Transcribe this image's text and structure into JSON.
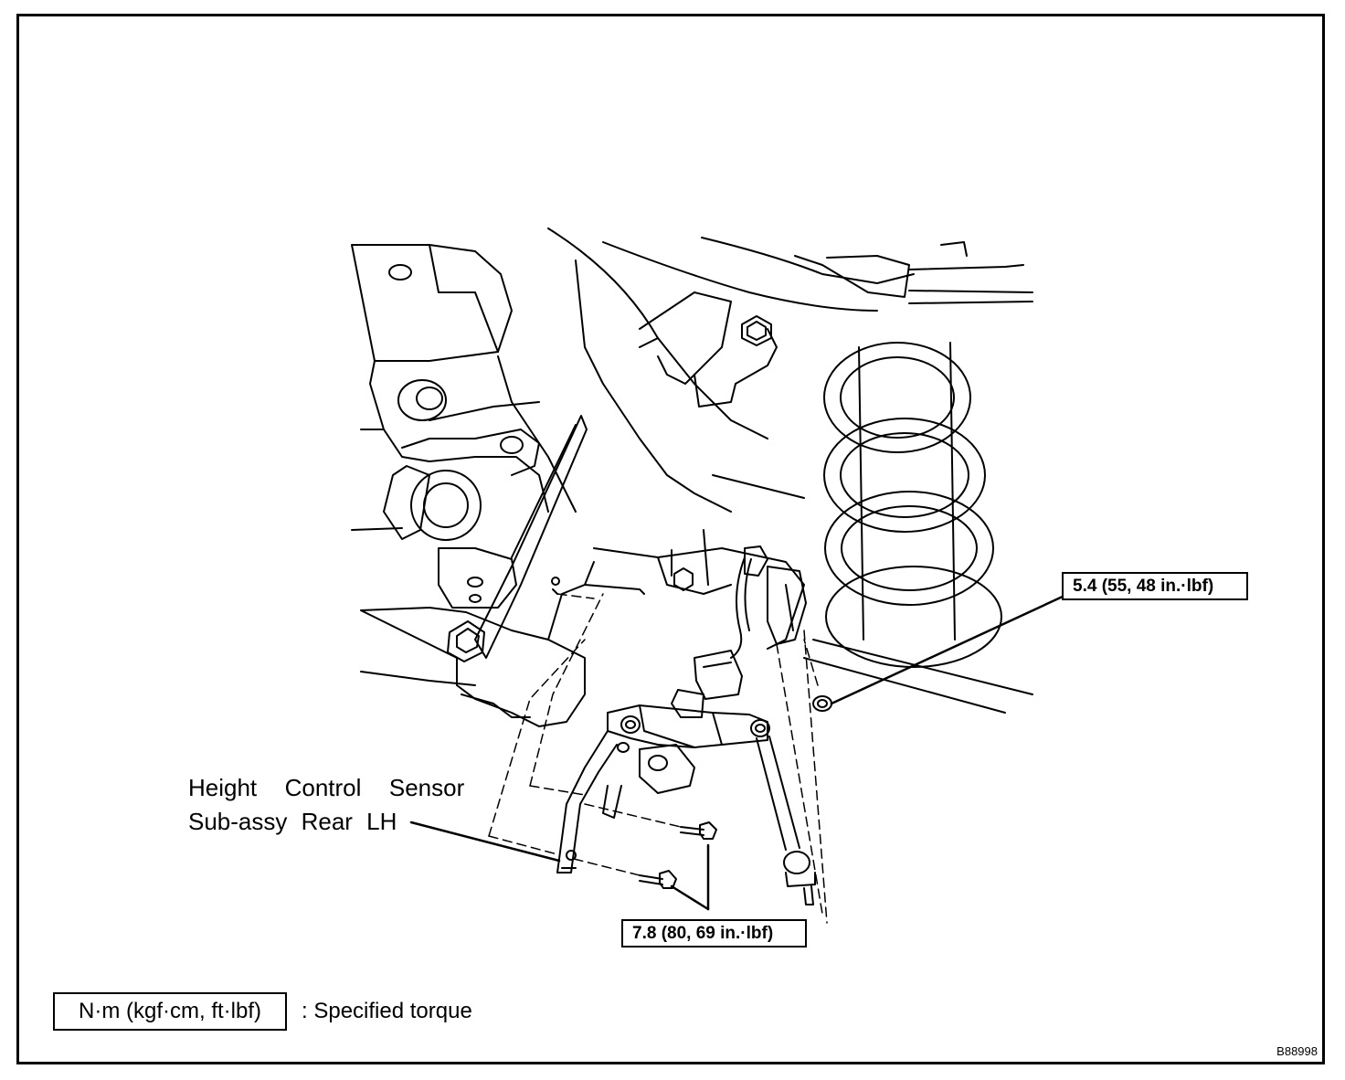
{
  "part_label": {
    "line1": "Height  Control  Sensor",
    "line2": "Sub-assy Rear LH"
  },
  "torque_callouts": [
    {
      "value": "5.4 (55, 48 in.·lbf)"
    },
    {
      "value": "7.8 (80, 69 in.·lbf)"
    }
  ],
  "legend": {
    "unit_box": "N·m (kgf·cm, ft·lbf)",
    "description": ": Specified torque"
  },
  "figure_id": "B88998"
}
